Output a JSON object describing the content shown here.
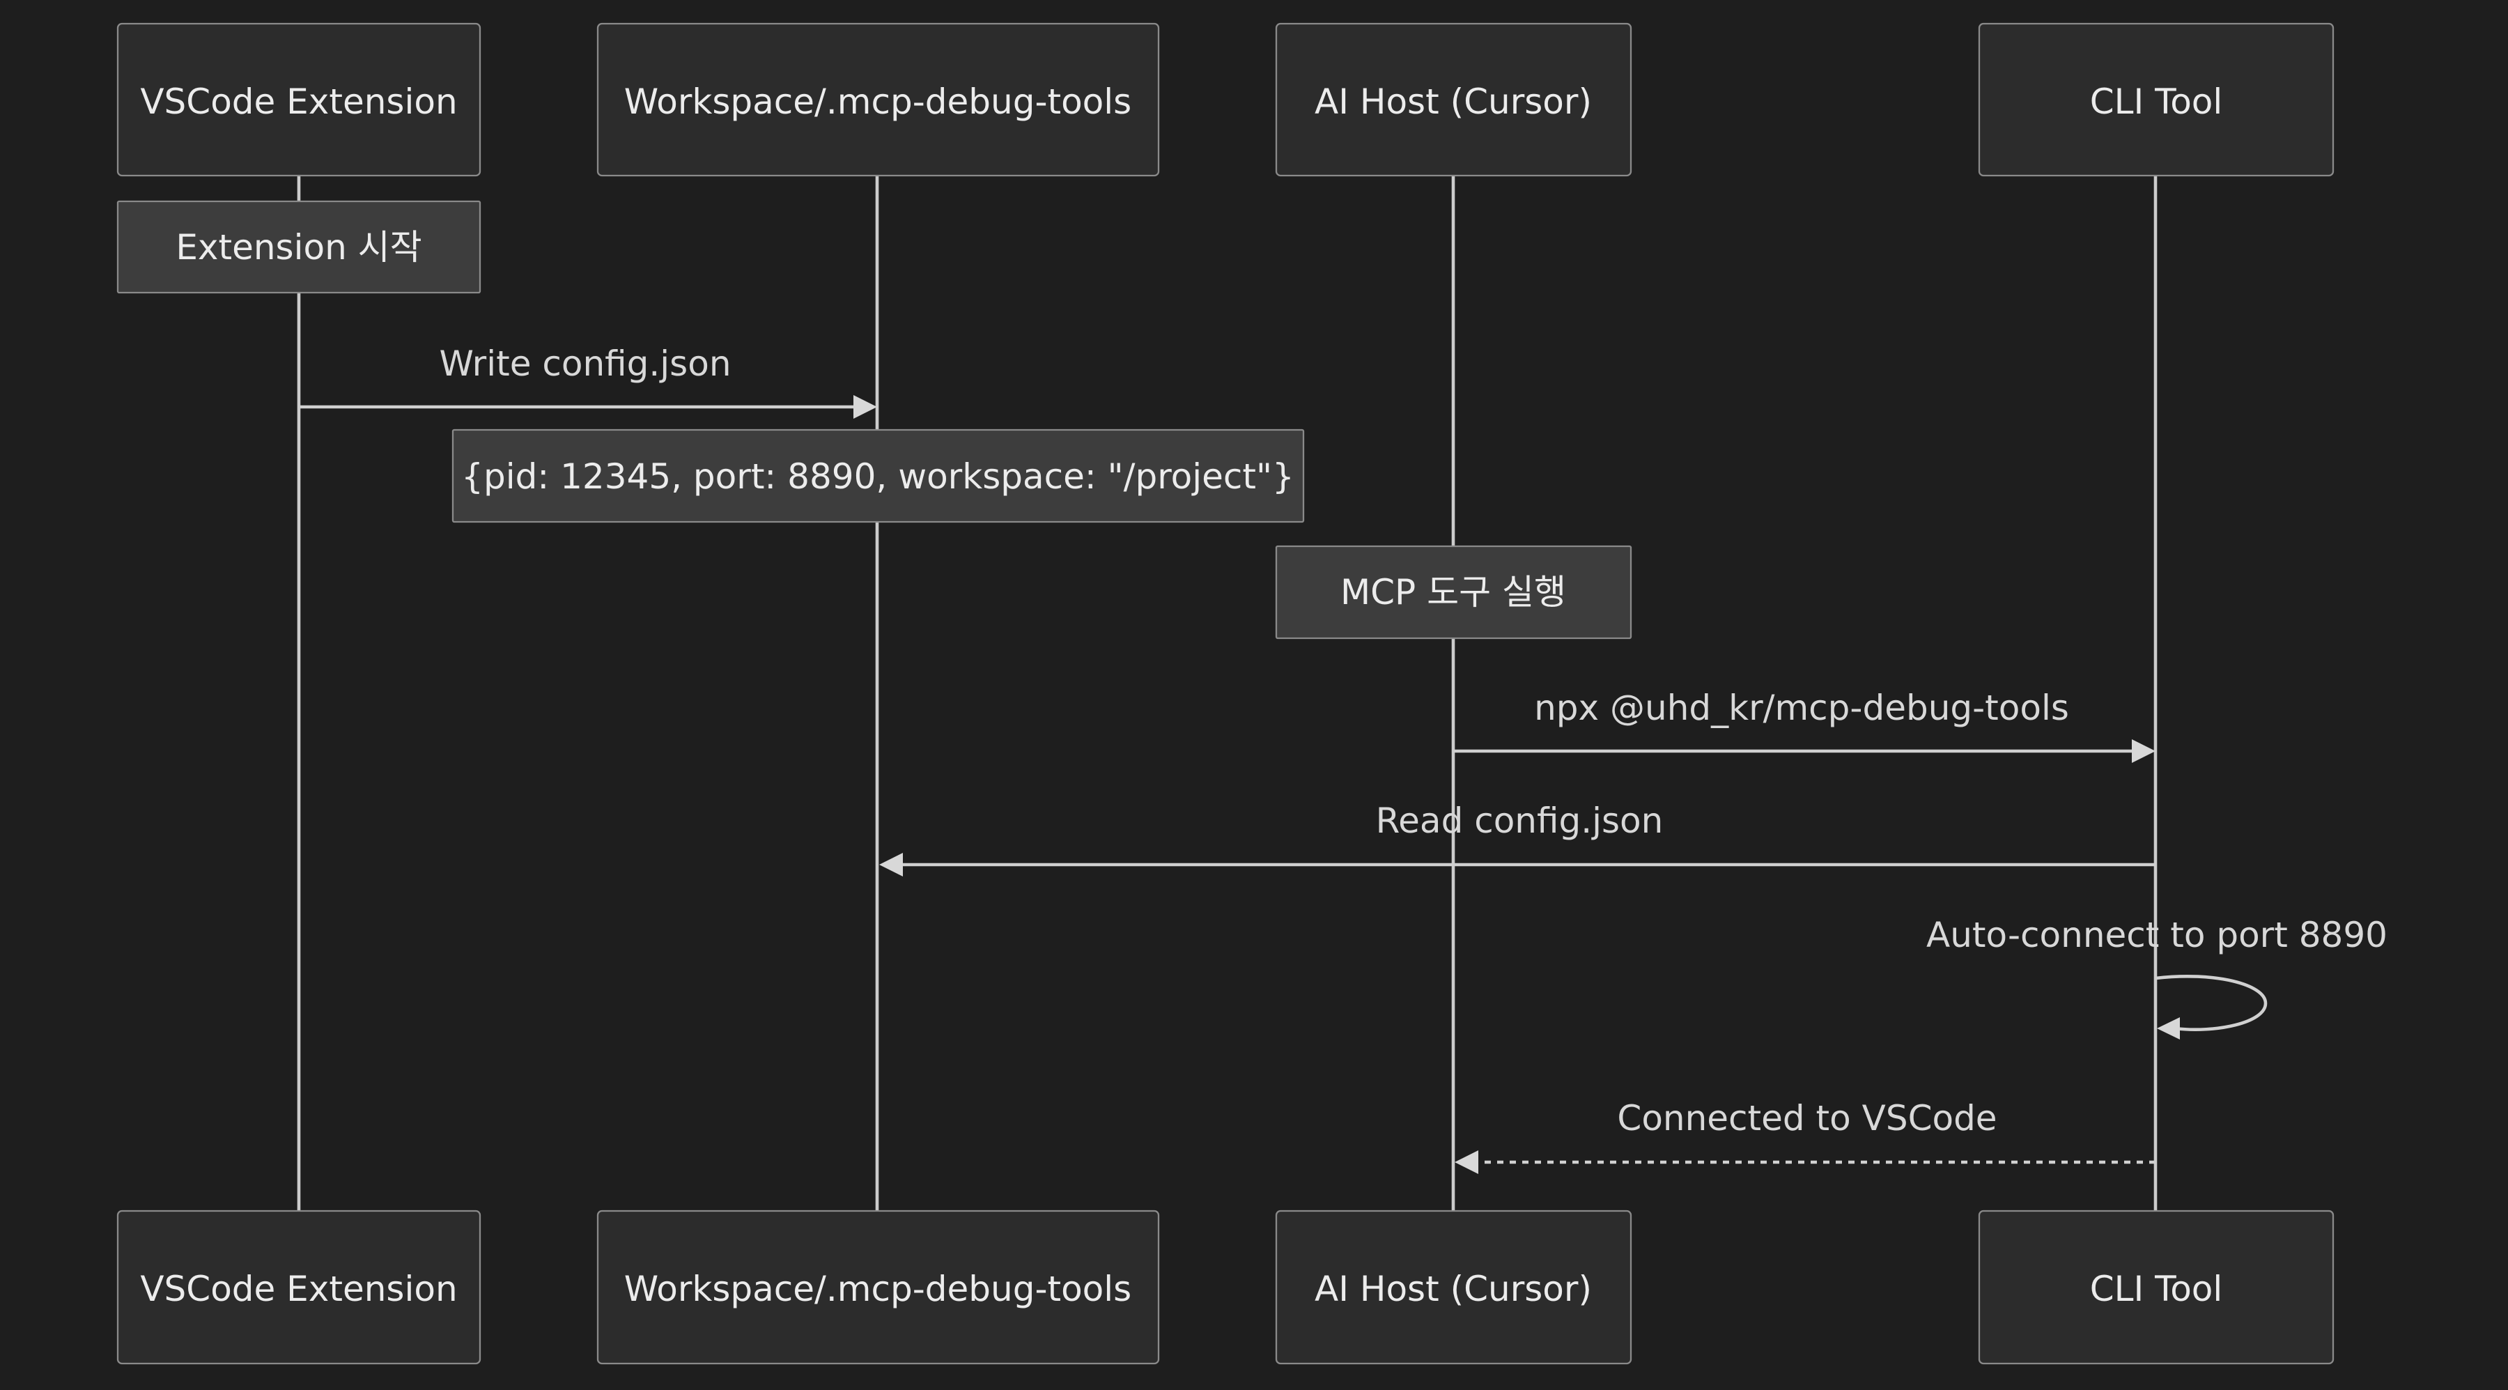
{
  "participants": [
    {
      "id": "vscode",
      "label": "VSCode Extension"
    },
    {
      "id": "workspace",
      "label": "Workspace/.mcp-debug-tools"
    },
    {
      "id": "aihost",
      "label": "AI Host (Cursor)"
    },
    {
      "id": "cli",
      "label": "CLI Tool"
    }
  ],
  "notes": [
    {
      "over": "vscode",
      "text": "Extension 시작"
    },
    {
      "over": "workspace",
      "text": "{pid: 12345, port: 8890, workspace: \"/project\"}"
    },
    {
      "over": "aihost",
      "text": "MCP 도구 실행"
    }
  ],
  "messages": [
    {
      "from": "vscode",
      "to": "workspace",
      "text": "Write config.json",
      "style": "solid"
    },
    {
      "from": "aihost",
      "to": "cli",
      "text": "npx @uhd_kr/mcp-debug-tools",
      "style": "solid"
    },
    {
      "from": "cli",
      "to": "workspace",
      "text": "Read config.json",
      "style": "solid"
    },
    {
      "from": "cli",
      "to": "cli",
      "text": "Auto-connect to port 8890",
      "style": "solid"
    },
    {
      "from": "cli",
      "to": "aihost",
      "text": "Connected to VSCode",
      "style": "dashed"
    }
  ],
  "colors": {
    "background": "#1e1e1e",
    "actor_fill": "#2c2c2c",
    "note_fill": "#3d3d3d",
    "border": "#8a8a8a",
    "line": "#cccccc",
    "text": "#ececec"
  }
}
